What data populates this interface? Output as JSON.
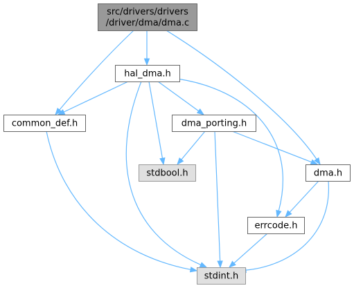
{
  "colors": {
    "root_fill": "#999999",
    "root_border": "#666666",
    "node_fill": "#ffffff",
    "node_border": "#666666",
    "system_fill": "#e0e0e0",
    "system_border": "#999999",
    "edge": "#63b8ff"
  },
  "nodes": {
    "root": {
      "lines": [
        "src/drivers/drivers",
        "/driver/dma/dma.c"
      ],
      "kind": "root"
    },
    "hal_dma": {
      "lines": [
        "hal_dma.h"
      ],
      "kind": "normal"
    },
    "common_def": {
      "lines": [
        "common_def.h"
      ],
      "kind": "normal"
    },
    "dma_porting": {
      "lines": [
        "dma_porting.h"
      ],
      "kind": "normal"
    },
    "stdbool": {
      "lines": [
        "stdbool.h"
      ],
      "kind": "system"
    },
    "dma_h": {
      "lines": [
        "dma.h"
      ],
      "kind": "normal"
    },
    "errcode": {
      "lines": [
        "errcode.h"
      ],
      "kind": "normal"
    },
    "stdint": {
      "lines": [
        "stdint.h"
      ],
      "kind": "system"
    }
  },
  "edges": [
    {
      "from": "root",
      "to": "hal_dma"
    },
    {
      "from": "root",
      "to": "common_def"
    },
    {
      "from": "root",
      "to": "dma_h"
    },
    {
      "from": "hal_dma",
      "to": "common_def"
    },
    {
      "from": "hal_dma",
      "to": "dma_porting"
    },
    {
      "from": "hal_dma",
      "to": "stdbool"
    },
    {
      "from": "hal_dma",
      "to": "stdint"
    },
    {
      "from": "hal_dma",
      "to": "errcode"
    },
    {
      "from": "common_def",
      "to": "stdint"
    },
    {
      "from": "dma_porting",
      "to": "stdbool"
    },
    {
      "from": "dma_porting",
      "to": "stdint"
    },
    {
      "from": "dma_porting",
      "to": "dma_h"
    },
    {
      "from": "dma_h",
      "to": "errcode"
    },
    {
      "from": "dma_h",
      "to": "stdint"
    },
    {
      "from": "errcode",
      "to": "stdint"
    }
  ]
}
